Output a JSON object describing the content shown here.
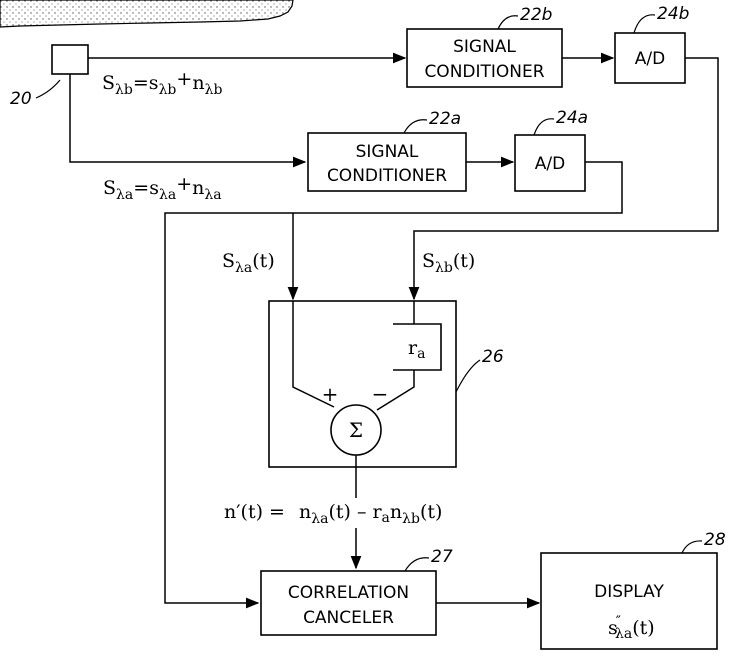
{
  "blocks": {
    "sensor": {
      "ref": "20"
    },
    "signal_conditioner_b": {
      "line1": "SIGNAL",
      "line2": "CONDITIONER",
      "ref": "22b"
    },
    "ad_b": {
      "label": "A/D",
      "ref": "24b"
    },
    "signal_conditioner_a": {
      "line1": "SIGNAL",
      "line2": "CONDITIONER",
      "ref": "22a"
    },
    "ad_a": {
      "label": "A/D",
      "ref": "24a"
    },
    "adaptive_canceler": {
      "ref": "26",
      "coef_base": "r",
      "coef_sub": "a",
      "plus": "+",
      "minus": "−",
      "sum": "Σ"
    },
    "correlation_canceler": {
      "line1": "CORRELATION",
      "line2": "CANCELER",
      "ref": "27"
    },
    "display": {
      "line1": "DISPLAY",
      "ref": "28",
      "out_base": "s",
      "out_mark": "″",
      "out_sub": "λa",
      "out_arg": "(t)"
    }
  },
  "equations": {
    "eq_b": {
      "S": "S",
      "S_sub": "λb",
      "eq": "=",
      "s": "s",
      "s_sub": "λb",
      "plus": "+",
      "n": "n",
      "n_sub": "λb"
    },
    "eq_a": {
      "S": "S",
      "S_sub": "λa",
      "eq": "=",
      "s": "s",
      "s_sub": "λa",
      "plus": "+",
      "n": "n",
      "n_sub": "λa"
    },
    "input_a": {
      "S": "S",
      "sub": "λa",
      "arg": "(t)"
    },
    "input_b": {
      "S": "S",
      "sub": "λb",
      "arg": "(t)"
    },
    "noise": {
      "lhs": "n′(t) =",
      "n1": "n",
      "n1_sub": "λa",
      "n1_arg": "(t)",
      "minus": "–",
      "r": "r",
      "r_sub": "a",
      "n2": "n",
      "n2_sub": "λb",
      "n2_arg": "(t)"
    }
  }
}
